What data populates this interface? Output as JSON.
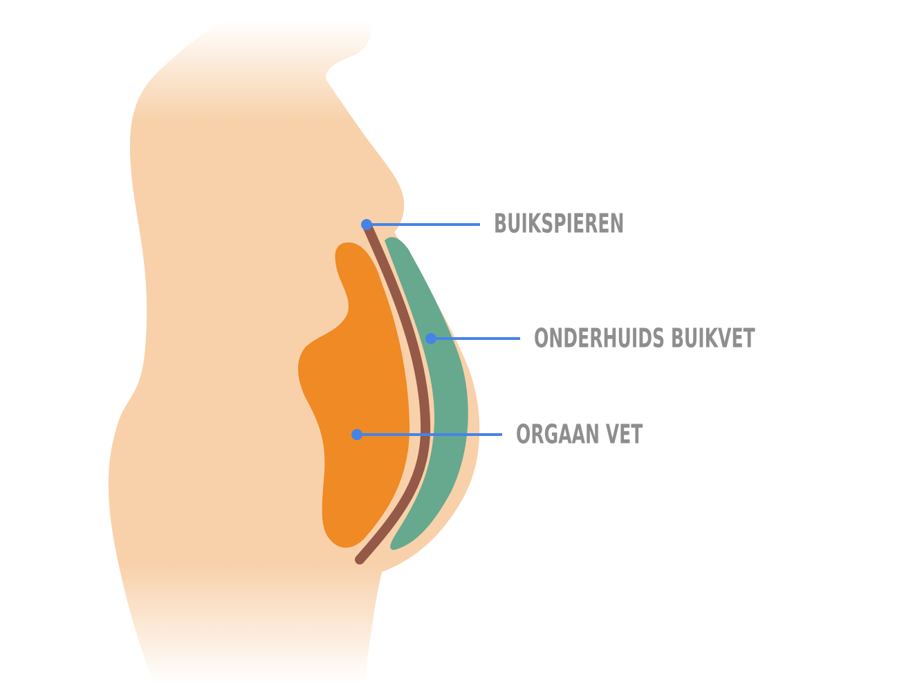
{
  "labels": {
    "muscles": "BUIKSPIEREN",
    "subcutaneous_fat": "ONDERHUIDS BUIKVET",
    "organ_fat": "ORGAAN VET"
  },
  "colors": {
    "background": "#ffffff",
    "skin": "#f8d1aa",
    "organ_fat": "#ef8a24",
    "muscle": "#945947",
    "subcutaneous_fat": "#66a98f",
    "pointer": "#4584e6",
    "label_text": "#8e8e8e"
  }
}
